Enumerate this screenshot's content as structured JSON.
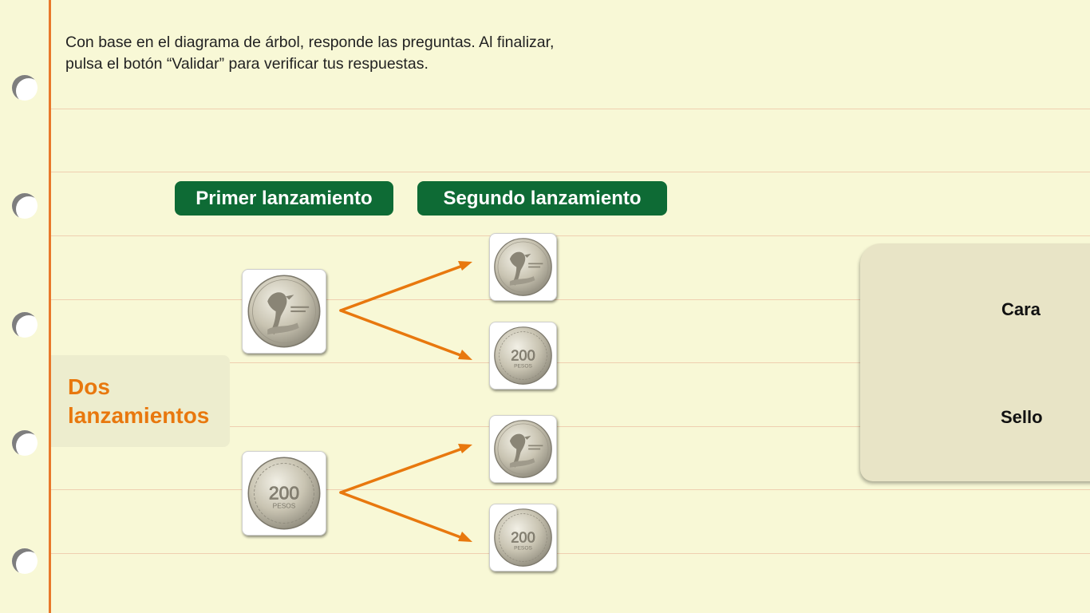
{
  "instructions": "Con base en el diagrama de árbol, responde las preguntas. Al finalizar, pulsa el botón “Validar” para verificar tus respuestas.",
  "headers": {
    "first": "Primer lanzamiento",
    "second": "Segundo lanzamiento"
  },
  "side_label": "Dos lanzamientos",
  "coins": {
    "first_toss": [
      "cara",
      "sello"
    ],
    "second_toss": [
      "cara",
      "sello",
      "cara",
      "sello"
    ],
    "sello_text": "200",
    "sello_sub": "PESOS"
  },
  "answers": {
    "cara": "Cara",
    "sello": "Sello"
  },
  "colors": {
    "background": "#f8f8d6",
    "header_green": "#0e6b35",
    "accent_orange": "#e8780e"
  }
}
